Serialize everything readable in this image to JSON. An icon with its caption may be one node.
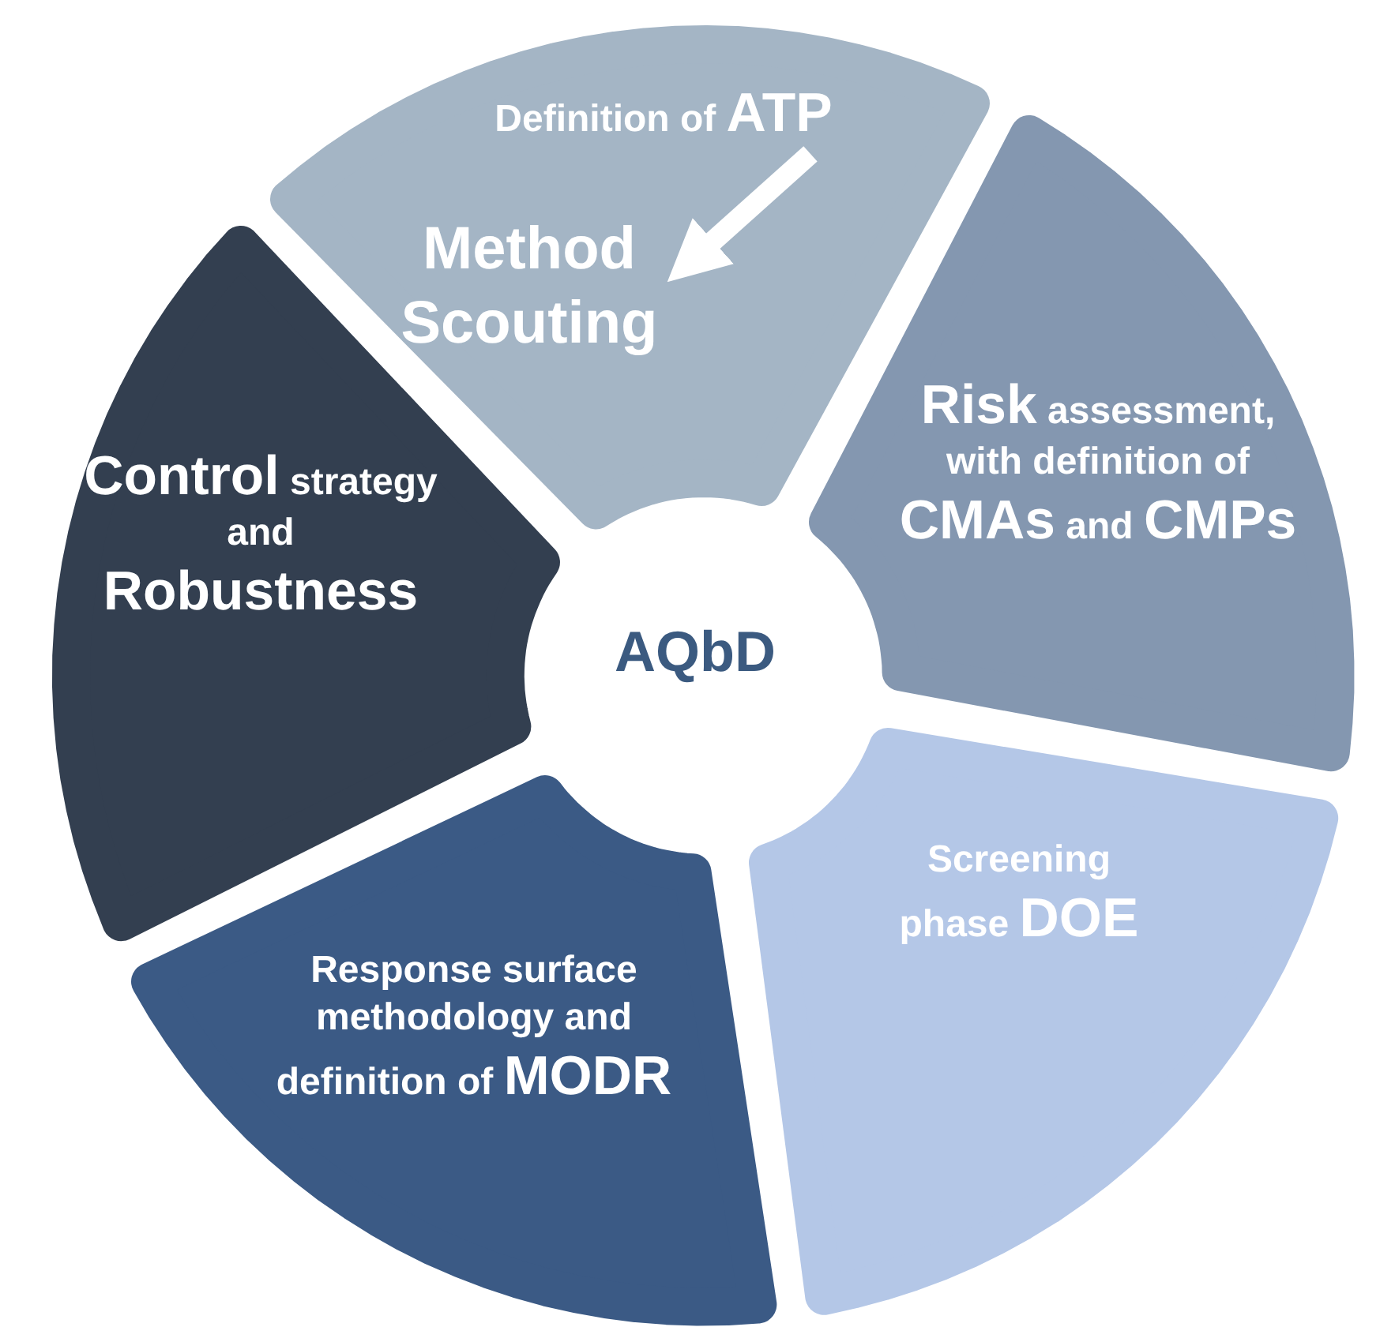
{
  "diagram": {
    "nodes": [
      {
        "text": [],
        "shape": "segment"
      },
      {
        "text": [
          "Definition of **ATP**"
        ],
        "in": 0
      },
      {
        "text": [
          "Method Scouting"
        ],
        "in": 0
      },
      {
        "text": [
          "**Risk** assessment, with definition of **CMAs** and **CMPs**"
        ]
      },
      {
        "text": [
          "Screening phase **DOE**"
        ]
      },
      {
        "text": [
          "Response surface methodology and definition of **MODR**"
        ]
      },
      {
        "text": [
          "**Control** strategy and **Robustness**"
        ]
      }
    ],
    "edges": [
      {
        "from": 1,
        "to": 2,
        "arrow": "to"
      }
    ],
    "labels": [
      "AQbD"
    ]
  }
}
